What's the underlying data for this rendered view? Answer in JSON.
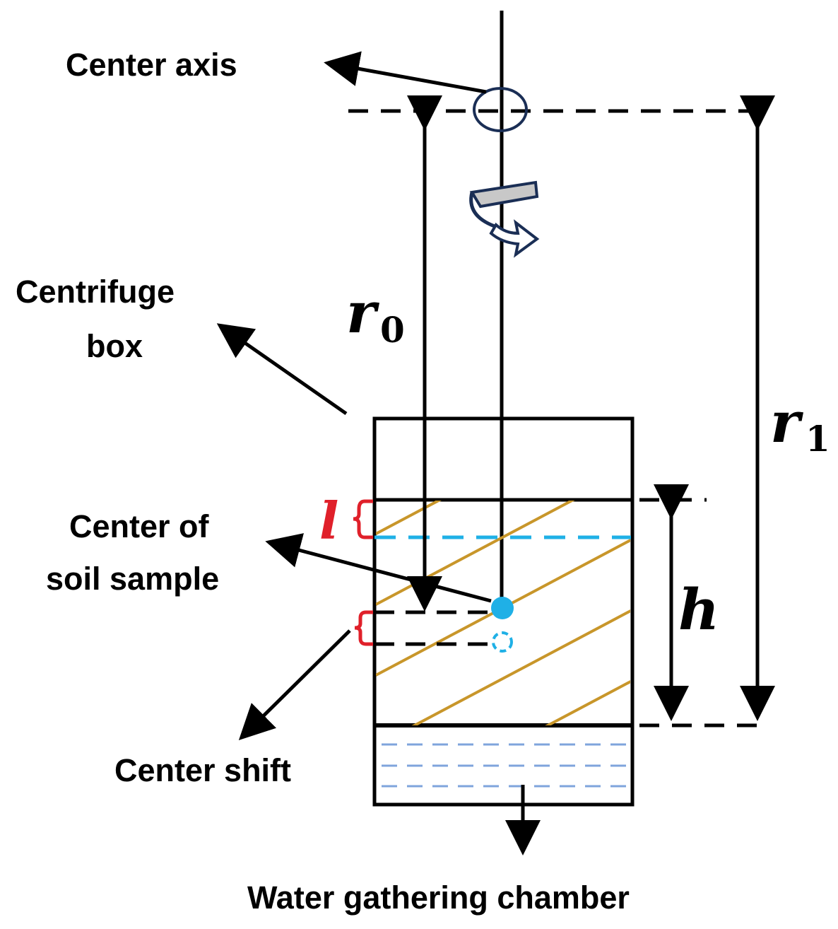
{
  "labels": {
    "center_axis": "Center axis",
    "centrifuge_box_line1": "Centrifuge",
    "centrifuge_box_line2": "box",
    "center_of_soil_line1": "Center of",
    "center_of_soil_line2": "soil sample",
    "center_shift": "Center shift",
    "water_chamber": "Water gathering chamber"
  },
  "symbols": {
    "r0": "r",
    "r0_sub": "0",
    "r1": "r",
    "r1_sub": "1",
    "h": "h",
    "l": "l"
  },
  "colors": {
    "line": "#000000",
    "soil_hatch": "#c8962a",
    "cyan": "#1fb0e6",
    "water_dash": "#7fa4dc",
    "red": "#e0202a",
    "navy": "#1a2e55",
    "gray_arrow": "#c8c8c8"
  }
}
